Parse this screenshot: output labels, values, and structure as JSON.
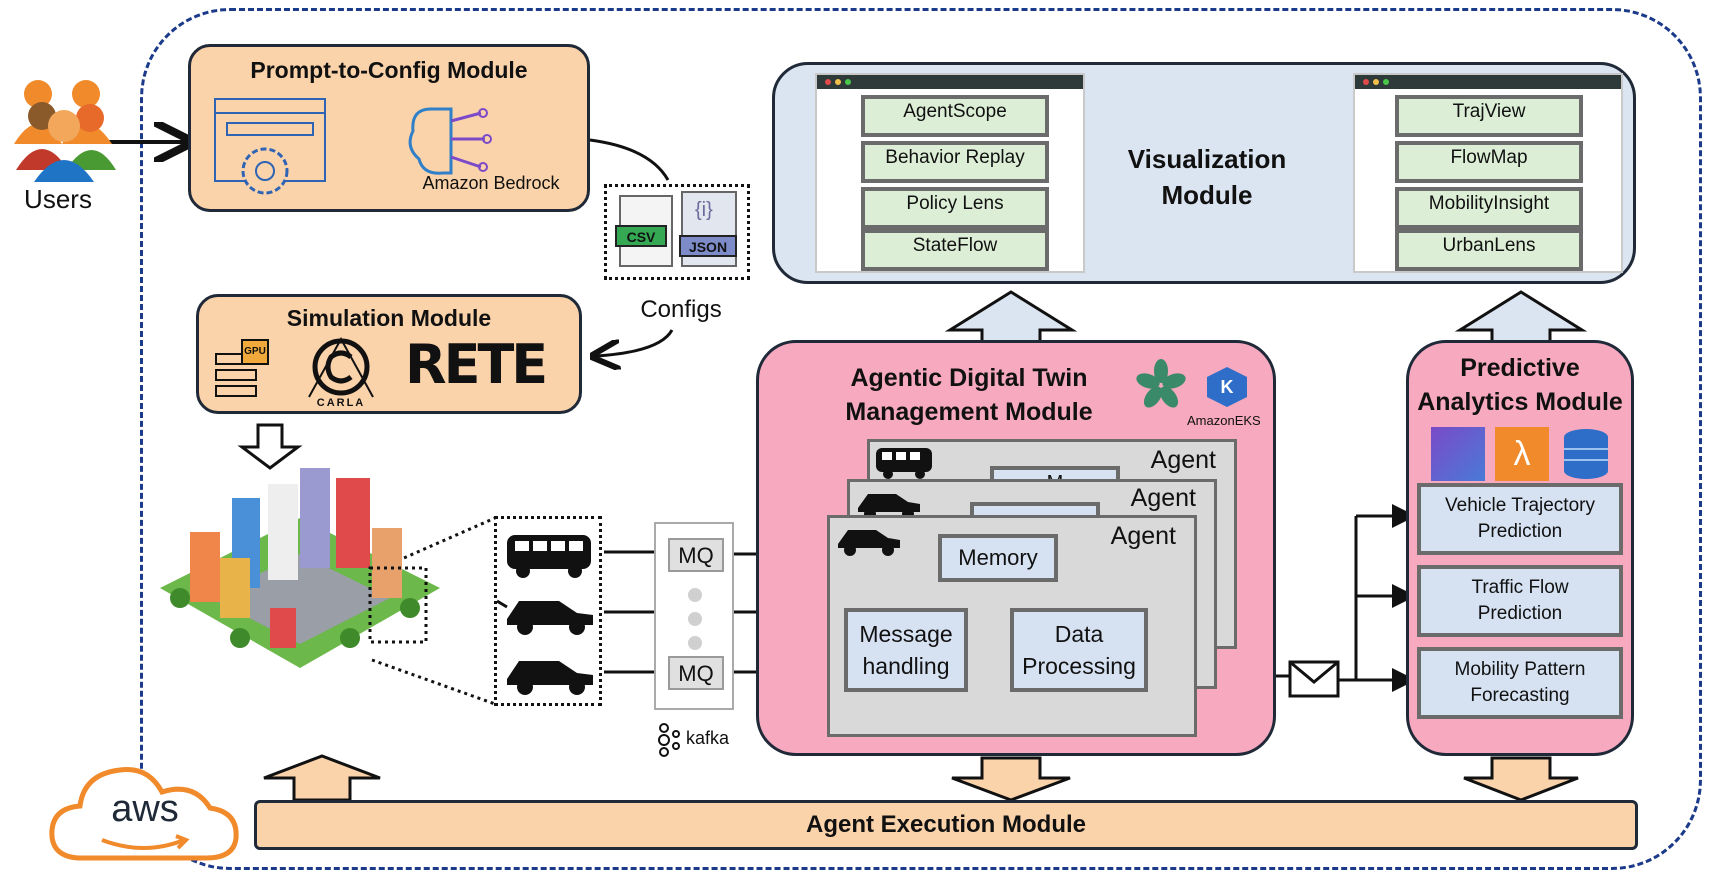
{
  "users": {
    "label": "Users"
  },
  "prompt_module": {
    "title": "Prompt-to-Config Module",
    "service": "Amazon Bedrock"
  },
  "configs": {
    "label": "Configs",
    "csv": "CSV",
    "json": "JSON",
    "json_glyph": "{i}"
  },
  "simulation_module": {
    "title": "Simulation Module",
    "gpu": "GPU",
    "carla": "CARLA",
    "rete": "RETE"
  },
  "visualization": {
    "title_line1": "Visualization",
    "title_line2": "Module",
    "left_tools": [
      "AgentScope",
      "Behavior Replay",
      "Policy Lens",
      "StateFlow"
    ],
    "right_tools": [
      "TrajView",
      "FlowMap",
      "MobilityInsight",
      "UrbanLens"
    ]
  },
  "adt_module": {
    "title_line1": "Agentic Digital Twin",
    "title_line2": "Management Module",
    "eks_label": "AmazonEKS",
    "eks_k": "K",
    "agent_label": "Agent",
    "memory": "Memory",
    "hidden_memory": "M",
    "message_line1": "Message",
    "message_line2": "handling",
    "data_line1": "Data",
    "data_line2": "Processing"
  },
  "mq": {
    "label": "MQ",
    "kafka": "kafka"
  },
  "predictive": {
    "title_line1": "Predictive",
    "title_line2": "Analytics Module",
    "lambda_glyph": "λ",
    "items": [
      {
        "line1": "Vehicle Trajectory",
        "line2": "Prediction"
      },
      {
        "line1": "Traffic Flow",
        "line2": "Prediction"
      },
      {
        "line1": "Mobility Pattern",
        "line2": "Forecasting"
      }
    ]
  },
  "execution": {
    "title": "Agent Execution Module"
  },
  "aws": {
    "label": "aws"
  },
  "colors": {
    "orange": "#fbd3aa",
    "pink": "#f6a9bf",
    "blue": "#dbe4f1",
    "frame": "#1b3a8a",
    "green_tool": "#dcefd6"
  }
}
